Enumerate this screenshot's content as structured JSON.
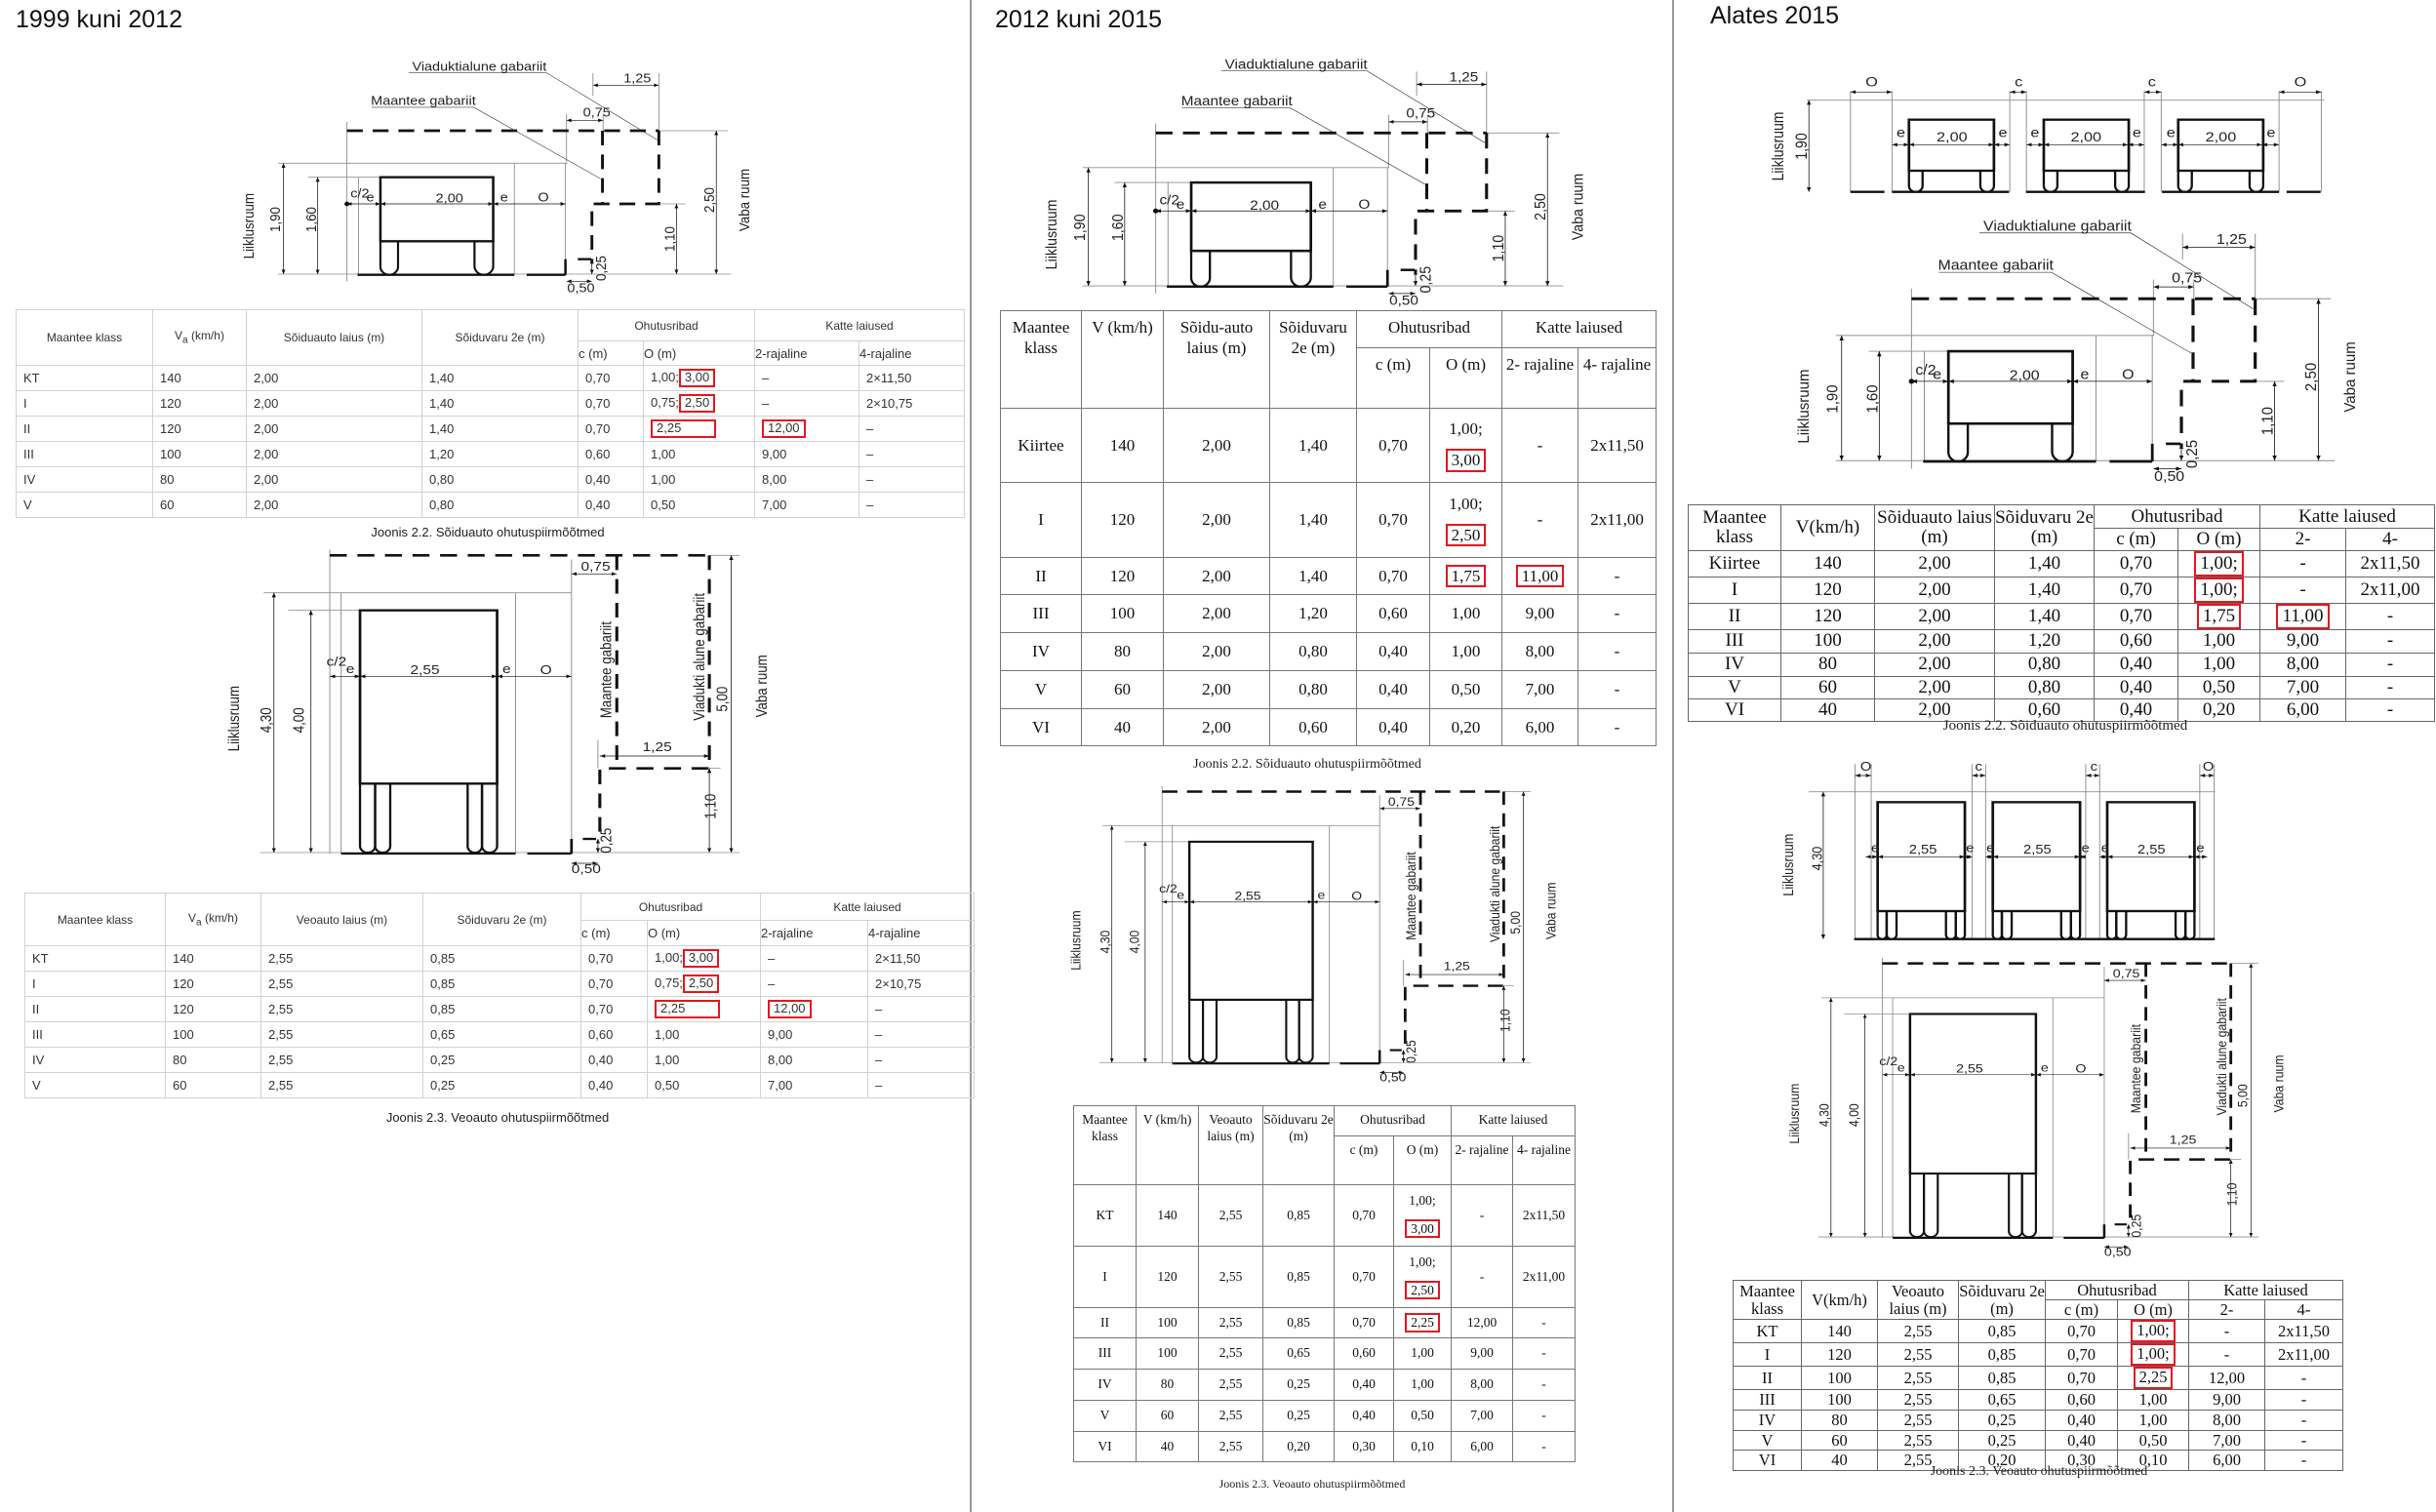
{
  "panels": {
    "left": {
      "title": "1999 kuni 2012"
    },
    "middle": {
      "title": "2012 kuni 2015"
    },
    "right": {
      "title": "Alates 2015"
    }
  },
  "colors": {
    "highlight": "#e5161f",
    "divider": "#9a9a9a"
  },
  "diagrams": {
    "left_car": {
      "viaduct": "Viaduktialune gabariit",
      "maantee": "Maantee gabariit",
      "w125": "1,25",
      "w075": "0,75",
      "c2": "c/2",
      "e1": "e",
      "car_width": "2,00",
      "e2": "e",
      "O": "O",
      "liiklusruum": "Liiklusruum",
      "h190": "1,90",
      "h160": "1,60",
      "h250": "2,50",
      "vaba": "Vaba ruum",
      "h110": "1,10",
      "h025": "0,25",
      "w050": "0,50"
    },
    "left_truck": {
      "c2": "c/2",
      "e1": "e",
      "truck_width": "2,55",
      "e2": "e",
      "O": "O",
      "w075": "0,75",
      "maantee": "Maantee gabariit",
      "viaduct": "Viadukti alune gabariit",
      "h500": "5,00",
      "vaba": "Vaba ruum",
      "w125": "1,25",
      "h110": "1,10",
      "h025": "0,25",
      "w050": "0,50",
      "liiklusruum": "Liiklusruum",
      "h430": "4,30",
      "h400": "4,00"
    },
    "middle_car": {
      "viaduct": "Viaduktialune gabariit",
      "maantee": "Maantee gabariit",
      "w125": "1,25",
      "w075": "0,75",
      "c2": "c/2",
      "e1": "e",
      "car_width": "2,00",
      "e2": "e",
      "O": "O",
      "liiklusruum": "Liiklusruum",
      "h190": "1,90",
      "h160": "1,60",
      "h250": "2,50",
      "vaba": "Vaba ruum",
      "h110": "1,10",
      "h025": "0,25",
      "w050": "0,50"
    },
    "middle_truck": {
      "c2": "c/2",
      "e1": "e",
      "truck_width": "2,55",
      "e2": "e",
      "O": "O",
      "w075": "0,75",
      "maantee": "Maantee gabariit",
      "viaduct": "Viadukti alune gabariit",
      "h500": "5,00",
      "vaba": "Vaba ruum",
      "w125": "1,25",
      "h110": "1,10",
      "h025": "0,25",
      "w050": "0,50",
      "liiklusruum": "Liiklusruum",
      "h430": "4,30",
      "h400": "4,00"
    },
    "right_cars_triple": {
      "O1": "O",
      "c1": "c",
      "c2": "c",
      "O2": "O",
      "e1": "e",
      "e2": "e",
      "e3": "e",
      "e4": "e",
      "e5": "e",
      "e6": "e",
      "w1": "2,00",
      "w2": "2,00",
      "w3": "2,00",
      "h190": "1,90",
      "liiklusruum": "Liiklusruum"
    },
    "right_car": {
      "viaduct": "Viaduktialune gabariit",
      "maantee": "Maantee gabariit",
      "w125": "1,25",
      "w075": "0,75",
      "c2": "c/2",
      "e1": "e",
      "car_width": "2,00",
      "e2": "e",
      "O": "O",
      "liiklusruum": "Liiklusruum",
      "h190": "1,90",
      "h160": "1,60",
      "h250": "2,50",
      "vaba": "Vaba ruum",
      "h110": "1,10",
      "h025": "0,25",
      "w050": "0,50"
    },
    "right_trucks_triple": {
      "O1": "O",
      "c1": "c",
      "c2": "c",
      "O2": "O",
      "e1": "e",
      "e2": "e",
      "e3": "e",
      "e4": "e",
      "e5": "e",
      "e6": "e",
      "w1": "2,55",
      "w2": "2,55",
      "w3": "2,55",
      "h430": "4,30",
      "liiklusruum": "Liiklusruum"
    },
    "right_truck": {
      "c2": "c/2",
      "e1": "e",
      "truck_width": "2,55",
      "e2": "e",
      "O": "O",
      "w075": "0,75",
      "maantee": "Maantee gabariit",
      "viaduct": "Viadukti alune gabariit",
      "h500": "5,00",
      "vaba": "Vaba ruum",
      "w125": "1,25",
      "h110": "1,10",
      "h025": "0,25",
      "w050": "0,50",
      "liiklusruum": "Liiklusruum",
      "h430": "4,30",
      "h400": "4,00"
    }
  },
  "tables": {
    "left1": {
      "caption": "Joonis 2.2. Sõiduauto ohutuspiirmõõtmed",
      "head": [
        [
          "Maantee klass"
        ],
        [
          "V",
          "a",
          " (km/h)"
        ],
        [
          "Sõiduauto laius (m)"
        ],
        [
          "Sõiduvaru 2e (m)"
        ]
      ],
      "groups": [
        "Ohutusribad",
        "Katte laiused"
      ],
      "sub": [
        "c (m)",
        "O (m)",
        "2-rajaline",
        "4-rajaline"
      ],
      "rows": [
        [
          "KT",
          "140",
          "2,00",
          "1,40",
          "0,70",
          {
            "parts": [
              "1,00;",
              "3,00"
            ],
            "hl": 1
          },
          "–",
          "2×11,50"
        ],
        [
          "I",
          "120",
          "2,00",
          "1,40",
          "0,70",
          {
            "parts": [
              "0,75;",
              "2,50"
            ],
            "hl": 1
          },
          "–",
          "2×10,75"
        ],
        [
          "II",
          "120",
          "2,00",
          "1,40",
          "0,70",
          {
            "v": "2,25",
            "hl": true,
            "wide": true
          },
          {
            "v": "12,00",
            "hl": true
          },
          "–"
        ],
        [
          "III",
          "100",
          "2,00",
          "1,20",
          "0,60",
          "1,00",
          "9,00",
          "–"
        ],
        [
          "IV",
          "80",
          "2,00",
          "0,80",
          "0,40",
          "1,00",
          "8,00",
          "–"
        ],
        [
          "V",
          "60",
          "2,00",
          "0,80",
          "0,40",
          "0,50",
          "7,00",
          "–"
        ]
      ]
    },
    "left2": {
      "caption": "Joonis 2.3. Veoauto ohutuspiirmõõtmed",
      "head": [
        [
          "Maantee klass"
        ],
        [
          "V",
          "a",
          " (km/h)"
        ],
        [
          "Veoauto laius (m)"
        ],
        [
          "Sõiduvaru 2e (m)"
        ]
      ],
      "groups": [
        "Ohutusribad",
        "Katte laiused"
      ],
      "sub": [
        "c (m)",
        "O (m)",
        "2-rajaline",
        "4-rajaline"
      ],
      "rows": [
        [
          "KT",
          "140",
          "2,55",
          "0,85",
          "0,70",
          {
            "parts": [
              "1,00;",
              "3,00"
            ],
            "hl": 1
          },
          "–",
          "2×11,50"
        ],
        [
          "I",
          "120",
          "2,55",
          "0,85",
          "0,70",
          {
            "parts": [
              "0,75;",
              "2,50"
            ],
            "hl": 1
          },
          "–",
          "2×10,75"
        ],
        [
          "II",
          "120",
          "2,55",
          "0,85",
          "0,70",
          {
            "v": "2,25",
            "hl": true,
            "wide": true
          },
          {
            "v": "12,00",
            "hl": true
          },
          "–"
        ],
        [
          "III",
          "100",
          "2,55",
          "0,65",
          "0,60",
          "1,00",
          "9,00",
          "–"
        ],
        [
          "IV",
          "80",
          "2,55",
          "0,25",
          "0,40",
          "1,00",
          "8,00",
          "–"
        ],
        [
          "V",
          "60",
          "2,55",
          "0,25",
          "0,40",
          "0,50",
          "7,00",
          "–"
        ]
      ]
    },
    "middle1": {
      "caption": "Joonis 2.2. Sõiduauto ohutuspiirmõõtmed",
      "head": [
        [
          "Maantee klass"
        ],
        [
          "V (km/h)"
        ],
        [
          "Sõidu-auto laius (m)"
        ],
        [
          "Sõiduvaru 2e (m)"
        ]
      ],
      "groups": [
        "Ohutusribad",
        "Katte laiused"
      ],
      "sub": [
        "c (m)",
        "O (m)",
        "2- rajaline",
        "4- rajaline"
      ],
      "rows": [
        [
          "Kiirtee",
          "140",
          "2,00",
          "1,40",
          "0,70",
          {
            "parts": [
              "1,00;",
              "3,00"
            ],
            "hl": 1
          },
          "-",
          "2x11,50"
        ],
        [
          "I",
          "120",
          "2,00",
          "1,40",
          "0,70",
          {
            "parts": [
              "1,00;",
              "2,50"
            ],
            "hl": 1
          },
          "-",
          "2x11,00"
        ],
        [
          "II",
          "120",
          "2,00",
          "1,40",
          "0,70",
          {
            "v": "1,75",
            "hl": true
          },
          {
            "v": "11,00",
            "hl": true
          },
          "-"
        ],
        [
          "III",
          "100",
          "2,00",
          "1,20",
          "0,60",
          "1,00",
          "9,00",
          "-"
        ],
        [
          "IV",
          "80",
          "2,00",
          "0,80",
          "0,40",
          "1,00",
          "8,00",
          "-"
        ],
        [
          "V",
          "60",
          "2,00",
          "0,80",
          "0,40",
          "0,50",
          "7,00",
          "-"
        ],
        [
          "VI",
          "40",
          "2,00",
          "0,60",
          "0,40",
          "0,20",
          "6,00",
          "-"
        ]
      ]
    },
    "middle2": {
      "caption": "Joonis 2.3. Veoauto ohutuspiirmõõtmed",
      "head": [
        [
          "Maantee klass"
        ],
        [
          "V (km/h)"
        ],
        [
          "Veoauto laius (m)"
        ],
        [
          "Sõiduvaru 2e (m)"
        ]
      ],
      "groups": [
        "Ohutusribad",
        "Katte laiused"
      ],
      "sub": [
        "c (m)",
        "O (m)",
        "2- rajaline",
        "4- rajaline"
      ],
      "rows": [
        [
          "KT",
          "140",
          "2,55",
          "0,85",
          "0,70",
          {
            "parts": [
              "1,00;",
              "3,00"
            ],
            "hl": 1
          },
          "-",
          "2x11,50"
        ],
        [
          "I",
          "120",
          "2,55",
          "0,85",
          "0,70",
          {
            "parts": [
              "1,00;",
              "2,50"
            ],
            "hl": 1
          },
          "-",
          "2x11,00"
        ],
        [
          "II",
          "100",
          "2,55",
          "0,85",
          "0,70",
          {
            "v": "2,25",
            "hl": true
          },
          "12,00",
          "-"
        ],
        [
          "III",
          "100",
          "2,55",
          "0,65",
          "0,60",
          "1,00",
          "9,00",
          "-"
        ],
        [
          "IV",
          "80",
          "2,55",
          "0,25",
          "0,40",
          "1,00",
          "8,00",
          "-"
        ],
        [
          "V",
          "60",
          "2,55",
          "0,25",
          "0,40",
          "0,50",
          "7,00",
          "-"
        ],
        [
          "VI",
          "40",
          "2,55",
          "0,20",
          "0,30",
          "0,10",
          "6,00",
          "-"
        ]
      ]
    },
    "right1": {
      "caption": "Joonis 2.2. Sõiduauto ohutuspiirmõõtmed",
      "head": [
        [
          "Maantee klass"
        ],
        [
          "V(km/h)"
        ],
        [
          "Sõiduauto laius (m)"
        ],
        [
          "Sõiduvaru 2e (m)"
        ]
      ],
      "groups": [
        "Ohutusribad",
        "Katte laiused"
      ],
      "sub": [
        "c (m)",
        "O (m)",
        "2-",
        "4-"
      ],
      "rows": [
        [
          "Kiirtee",
          "140",
          "2,00",
          "1,40",
          "0,70",
          {
            "v": "1,00;",
            "hl": true
          },
          "-",
          "2x11,50"
        ],
        [
          "I",
          "120",
          "2,00",
          "1,40",
          "0,70",
          {
            "v": "1,00;",
            "hl": true
          },
          "-",
          "2x11,00"
        ],
        [
          "II",
          "120",
          "2,00",
          "1,40",
          "0,70",
          {
            "v": "1,75",
            "hl": true
          },
          {
            "v": "11,00",
            "hl": true
          },
          "-"
        ],
        [
          "III",
          "100",
          "2,00",
          "1,20",
          "0,60",
          "1,00",
          "9,00",
          "-"
        ],
        [
          "IV",
          "80",
          "2,00",
          "0,80",
          "0,40",
          "1,00",
          "8,00",
          "-"
        ],
        [
          "V",
          "60",
          "2,00",
          "0,80",
          "0,40",
          "0,50",
          "7,00",
          "-"
        ],
        [
          "VI",
          "40",
          "2,00",
          "0,60",
          "0,40",
          "0,20",
          "6,00",
          "-"
        ]
      ]
    },
    "right2": {
      "caption": "Joonis 2.3. Veoauto ohutuspiirmõõtmed",
      "head": [
        [
          "Maantee klass"
        ],
        [
          "V(km/h)"
        ],
        [
          "Veoauto laius (m)"
        ],
        [
          "Sõiduvaru 2e (m)"
        ]
      ],
      "groups": [
        "Ohutusribad",
        "Katte laiused"
      ],
      "sub": [
        "c (m)",
        "O (m)",
        "2-",
        "4-"
      ],
      "rows": [
        [
          "KT",
          "140",
          "2,55",
          "0,85",
          "0,70",
          {
            "v": "1,00;",
            "hl": true
          },
          "-",
          "2x11,50"
        ],
        [
          "I",
          "120",
          "2,55",
          "0,85",
          "0,70",
          {
            "v": "1,00;",
            "hl": true
          },
          "-",
          "2x11,00"
        ],
        [
          "II",
          "100",
          "2,55",
          "0,85",
          "0,70",
          {
            "v": "2,25",
            "hl": true
          },
          "12,00",
          "-"
        ],
        [
          "III",
          "100",
          "2,55",
          "0,65",
          "0,60",
          "1,00",
          "9,00",
          "-"
        ],
        [
          "IV",
          "80",
          "2,55",
          "0,25",
          "0,40",
          "1,00",
          "8,00",
          "-"
        ],
        [
          "V",
          "60",
          "2,55",
          "0,25",
          "0,40",
          "0,50",
          "7,00",
          "-"
        ],
        [
          "VI",
          "40",
          "2,55",
          "0,20",
          "0,30",
          "0,10",
          "6,00",
          "-"
        ]
      ]
    }
  }
}
